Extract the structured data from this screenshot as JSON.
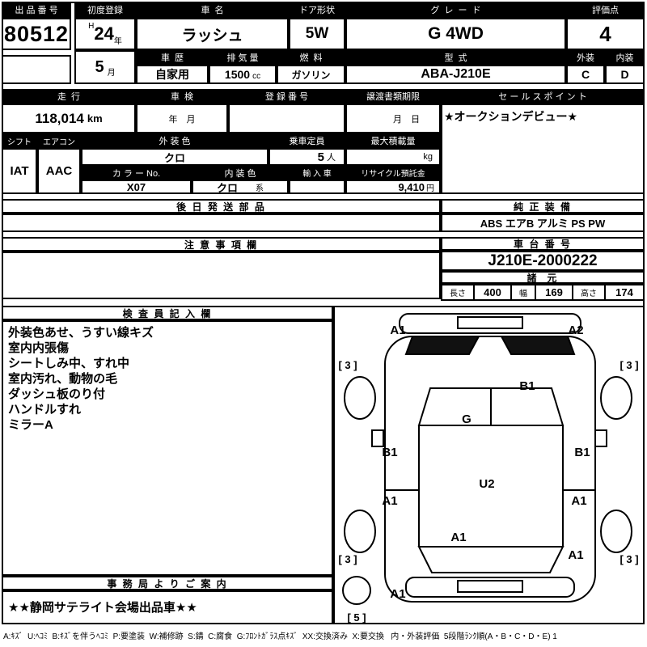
{
  "header": {
    "lot_label": "出 品 番 号",
    "lot_number": "80512",
    "first_reg": {
      "label": "初度登録",
      "era": "H",
      "year": "24",
      "year_unit": "年",
      "month": "5",
      "month_unit": "月"
    },
    "car_name": {
      "label": "車  名",
      "value": "ラッシュ"
    },
    "door": {
      "label": "ドア形状",
      "value": "5W"
    },
    "grade": {
      "label": "グ  レ  ー  ド",
      "value": "G 4WD"
    },
    "score": {
      "label": "評価点",
      "value": "4"
    },
    "history": {
      "label": "車  歴",
      "value": "自家用"
    },
    "displacement": {
      "label": "排 気 量",
      "value": "1500",
      "unit": "cc"
    },
    "fuel": {
      "label": "燃  料",
      "value": "ガソリン"
    },
    "model": {
      "label": "型  式",
      "value": "ABA-J210E"
    },
    "exterior": {
      "label": "外装",
      "value": "C"
    },
    "interior": {
      "label": "内装",
      "value": "D"
    }
  },
  "status": {
    "mileage": {
      "label": "走  行",
      "value": "118,014",
      "unit": "km"
    },
    "inspection": {
      "label": "車  検",
      "value": "年　月"
    },
    "reg_no": {
      "label": "登 録 番 号",
      "value": ""
    },
    "transfer": {
      "label": "譲渡書類期限",
      "value": "月　日"
    },
    "sales_point": {
      "label": "セ ー ル ス ポ イ ン ト",
      "value": "★オークションデビュー★"
    }
  },
  "spec": {
    "shift": {
      "label": "シフト",
      "value": "IAT"
    },
    "aircon": {
      "label": "エアコン",
      "value": "AAC"
    },
    "ext_color": {
      "label": "外 装 色",
      "value": "クロ"
    },
    "capacity": {
      "label": "乗車定員",
      "value": "5",
      "unit": "人"
    },
    "max_load": {
      "label": "最大積載量",
      "unit": "kg"
    },
    "color_no": {
      "label": "カ ラ ー No.",
      "value": "X07"
    },
    "int_color": {
      "label": "内 装 色",
      "value": "クロ",
      "suffix": "系"
    },
    "import_car": {
      "label": "輸 入 車",
      "value": ""
    },
    "recycle": {
      "label": "リサイクル預託金",
      "value": "9,410",
      "unit": "円"
    }
  },
  "sections": {
    "later_parts_label": "後 日 発 送 部 品",
    "equipment": {
      "label": "純 正 装 備",
      "value": "ABS エアB アルミ PS PW"
    },
    "notes_label": "注 意 事 項 欄",
    "chassis": {
      "label": "車 台 番 号",
      "value": "J210E-2000222"
    },
    "dimensions": {
      "label": "諸  元",
      "length_label": "長さ",
      "length": "400",
      "width_label": "幅",
      "width": "169",
      "height_label": "高さ",
      "height": "174"
    }
  },
  "inspector": {
    "label": "検 査 員 記 入 欄",
    "lines": [
      "外装色あせ、うすい線キズ",
      "室内内張傷",
      "シートしみ中、すれ中",
      "室内汚れ、動物の毛",
      "ダッシュ板のり付",
      "ハンドルすれ",
      "ミラーA"
    ]
  },
  "office": {
    "label": "事 務 局 よ り ご 案 内",
    "value": "★★静岡サテライト会場出品車★★"
  },
  "diagram": {
    "labels": [
      {
        "text": "A1"
      },
      {
        "text": "A2"
      },
      {
        "text": "[ 3 ]"
      },
      {
        "text": "[ 3 ]"
      },
      {
        "text": "B1"
      },
      {
        "text": "G"
      },
      {
        "text": "B1"
      },
      {
        "text": "B1"
      },
      {
        "text": "U2"
      },
      {
        "text": "A1"
      },
      {
        "text": "A1"
      },
      {
        "text": "A1"
      },
      {
        "text": "A1"
      },
      {
        "text": "[ 3 ]"
      },
      {
        "text": "[ 3 ]"
      },
      {
        "text": "A1"
      },
      {
        "text": "[ 5 ]"
      }
    ]
  },
  "legend": "A:ｷｽﾞ  U:ﾍｺﾐ  B:ｷｽﾞを伴うﾍｺﾐ  P:要塗装  W:補修跡  S:錆  C:腐食  G:ﾌﾛﾝﾄｶﾞﾗｽ点ｷｽﾞ  XX:交換済み  X:要交換   内・外装評価  5段階ﾗﾝｸ順(A・B・C・D・E) 1"
}
